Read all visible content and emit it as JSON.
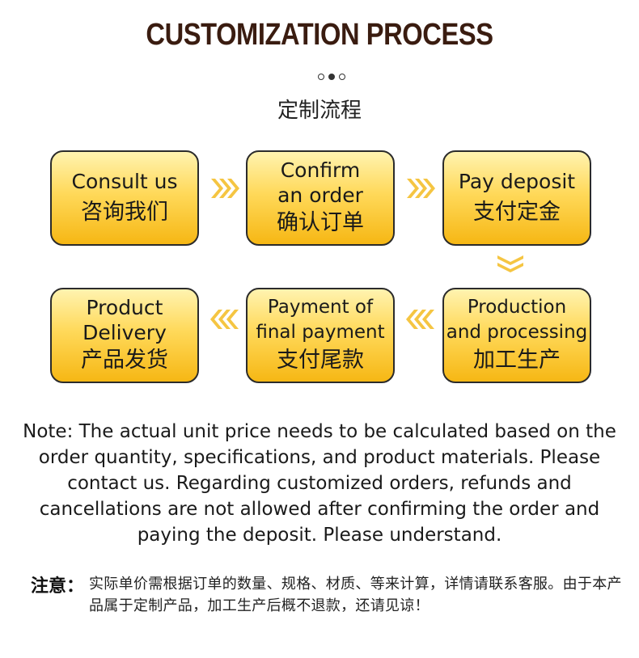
{
  "header": {
    "title": "CUSTOMIZATION PROCESS",
    "subtitle": "定制流程"
  },
  "steps": [
    {
      "en": "Consult us",
      "cn": "咨询我们"
    },
    {
      "en": "Confirm an order",
      "en_line1": "Confirm",
      "en_line2": "an order",
      "cn": "确认订单"
    },
    {
      "en": "Pay deposit",
      "cn": "支付定金"
    },
    {
      "en": "Production and processing",
      "en_line1": "Production",
      "en_line2": "and processing",
      "cn": "加工生产"
    },
    {
      "en": "Payment of final payment",
      "en_line1": "Payment of",
      "en_line2": "final payment",
      "cn": "支付尾款"
    },
    {
      "en": "Product Delivery",
      "en_line1": "Product",
      "en_line2": "Delivery",
      "cn": "产品发货"
    }
  ],
  "colors": {
    "box_top": "#fff3b0",
    "box_bottom": "#f6b714",
    "arrow": "#f5c542",
    "title": "#3a1c10"
  },
  "note_en": "Note: The actual unit price needs to be calculated based on the order quantity, specifications, and product materials. Please contact us. Regarding customized orders, refunds and cancellations are not allowed after confirming the order and paying the deposit. Please understand.",
  "note_cn_label": "注意：",
  "note_cn": "实际单价需根据订单的数量、规格、材质、等来计算，详情请联系客服。由于本产品属于定制产品，加工生产后概不退款，还请见谅！"
}
